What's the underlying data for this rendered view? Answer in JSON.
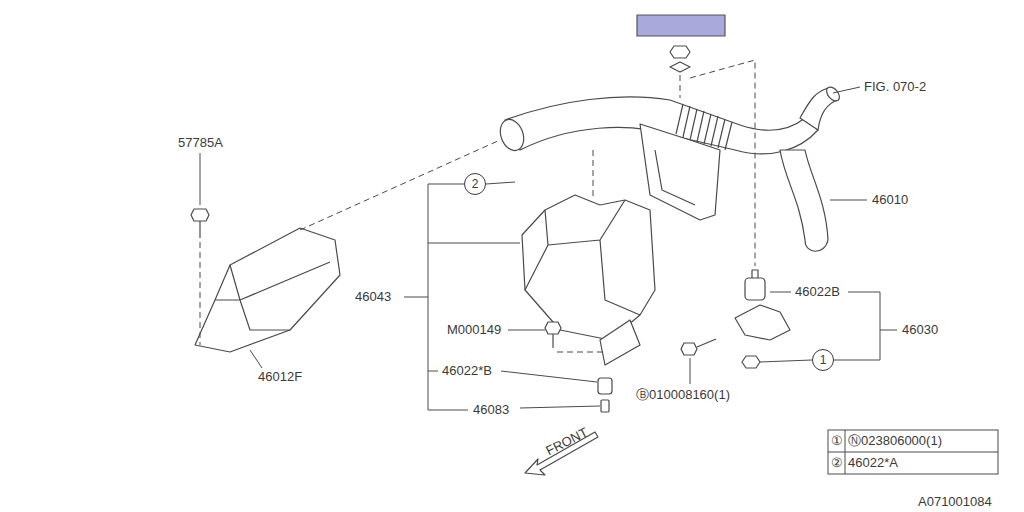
{
  "diagram": {
    "nodes": [
      {
        "text": [
          "2"
        ]
      },
      {
        "text": [
          "1"
        ]
      }
    ],
    "labels": [
      "FIG. 070-2",
      "57785A",
      "46010",
      "46043",
      "46022B",
      "46030",
      "M000149",
      "46022*B",
      "46012F",
      "Ⓑ010008160(1)",
      "46083",
      "FRONT",
      "①",
      "Ⓝ023806000(1)",
      "②",
      "46022*A",
      "A071001084"
    ]
  }
}
